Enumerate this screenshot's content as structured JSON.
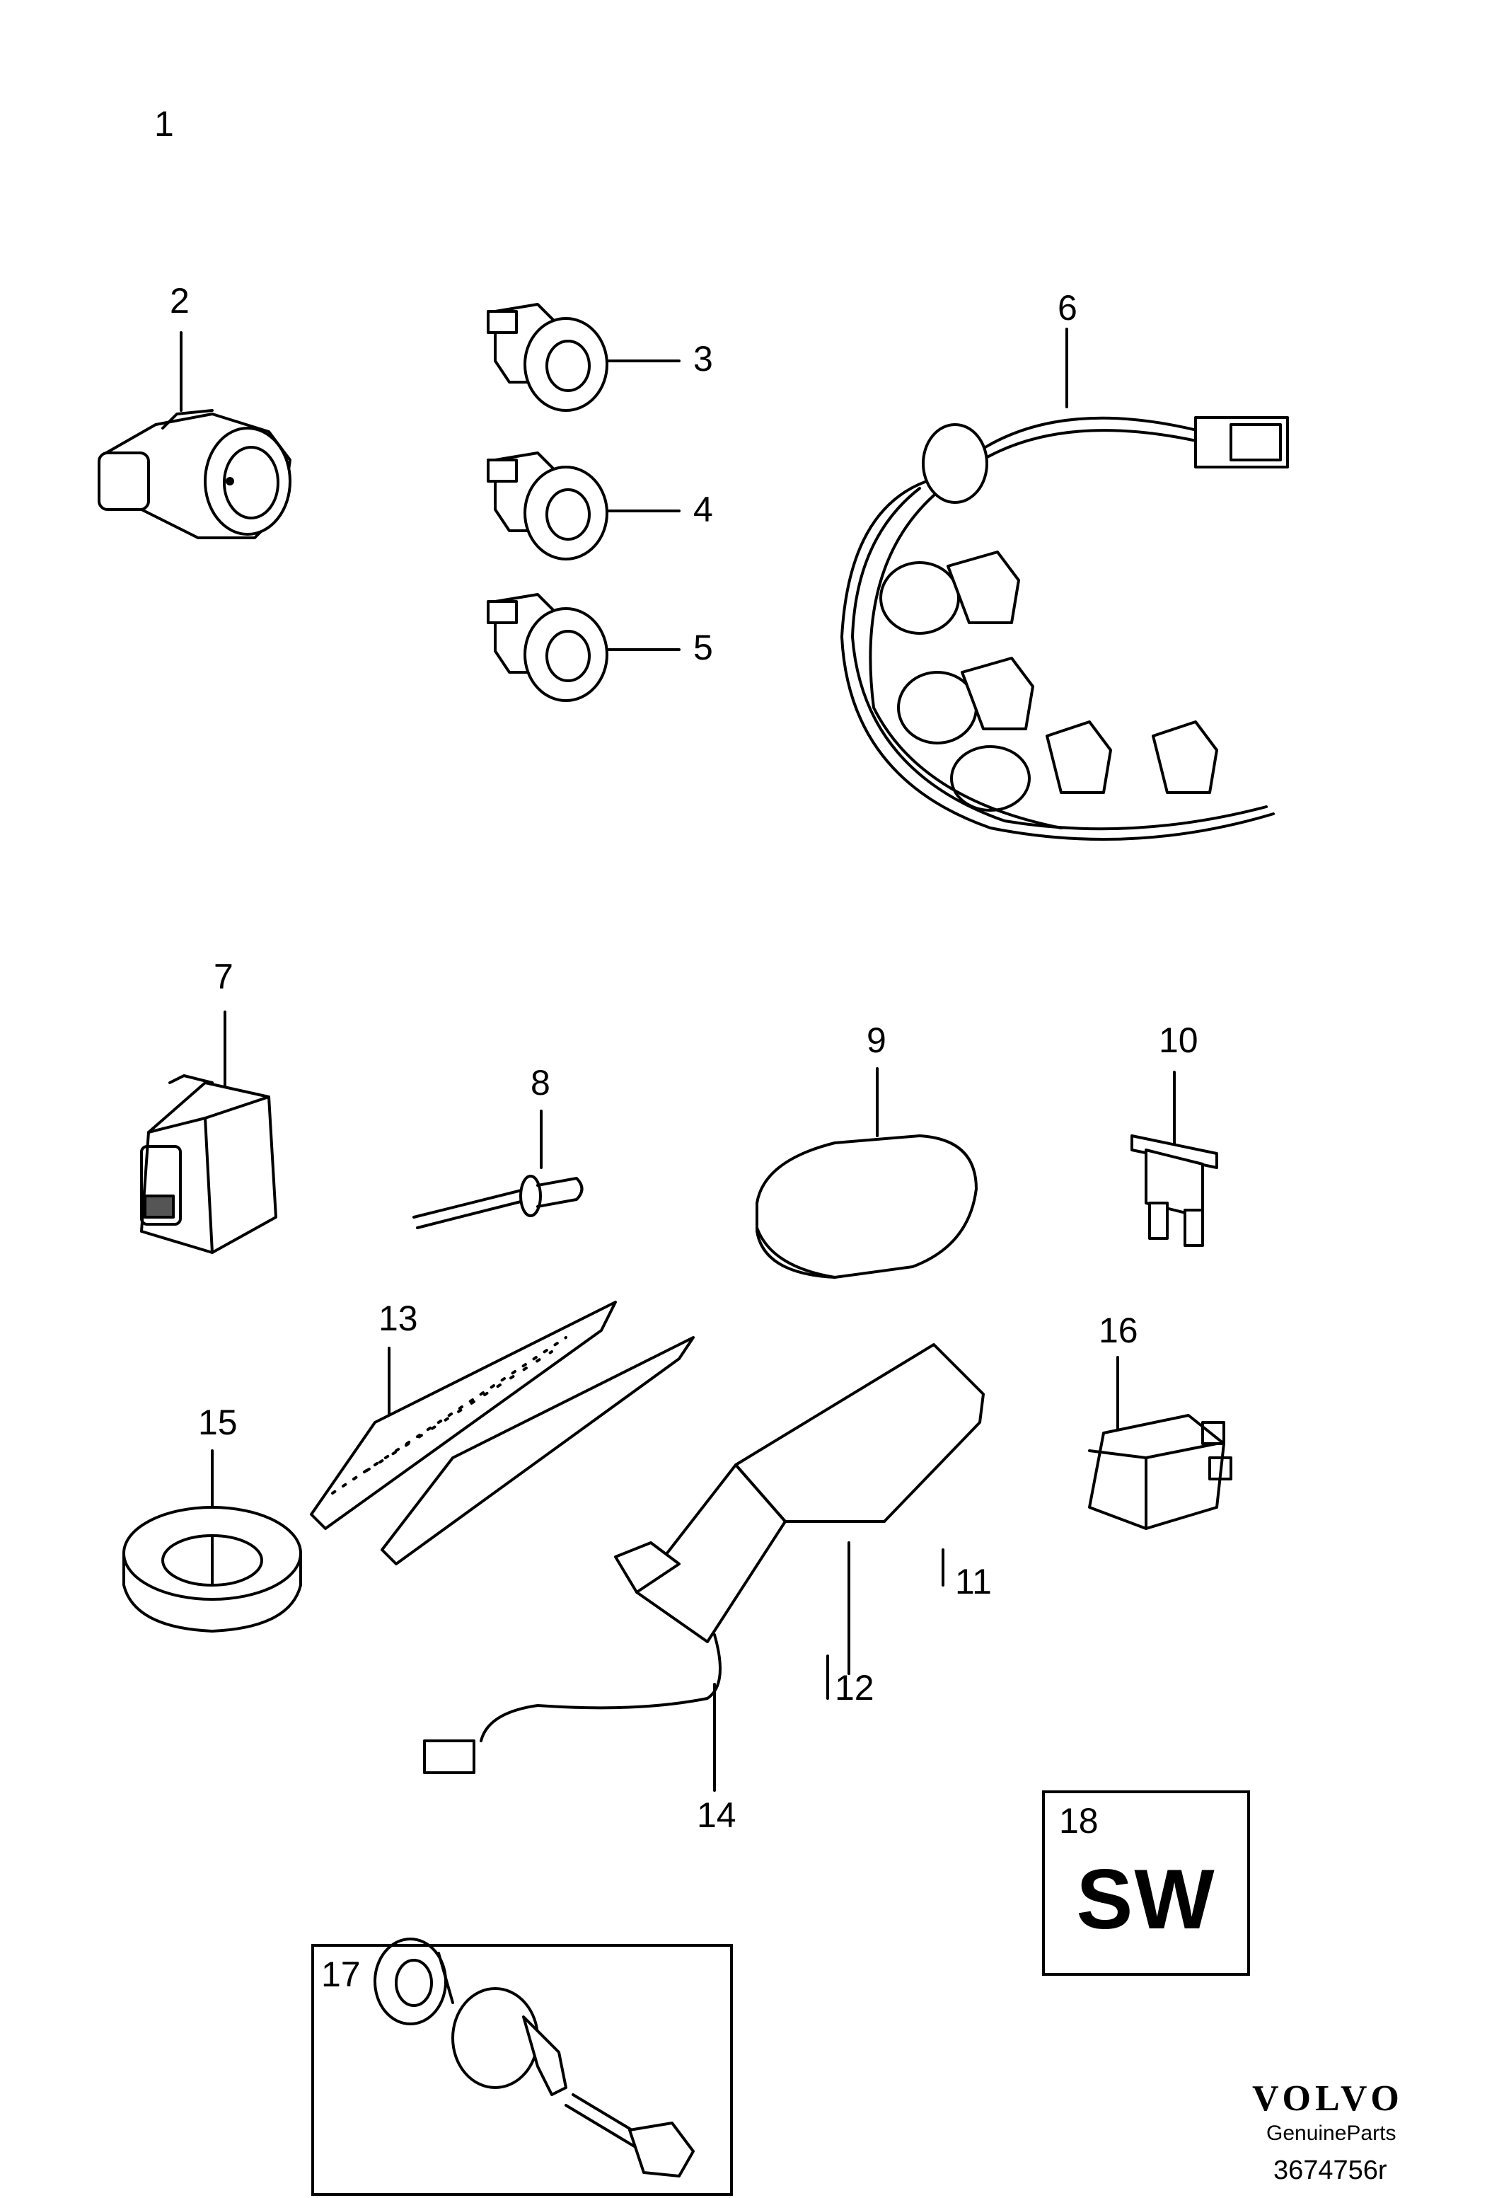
{
  "labels": {
    "n1": "1",
    "n2": "2",
    "n3": "3",
    "n4": "4",
    "n5": "5",
    "n6": "6",
    "n7": "7",
    "n8": "8",
    "n9": "9",
    "n10": "10",
    "n11": "11",
    "n12": "12",
    "n13": "13",
    "n14": "14",
    "n15": "15",
    "n16": "16",
    "n17": "17"
  },
  "sw_box": {
    "number": "18",
    "text": "SW"
  },
  "footer": {
    "brand": "VOLVO",
    "subtitle": "GenuineParts",
    "reference": "3674756r"
  }
}
